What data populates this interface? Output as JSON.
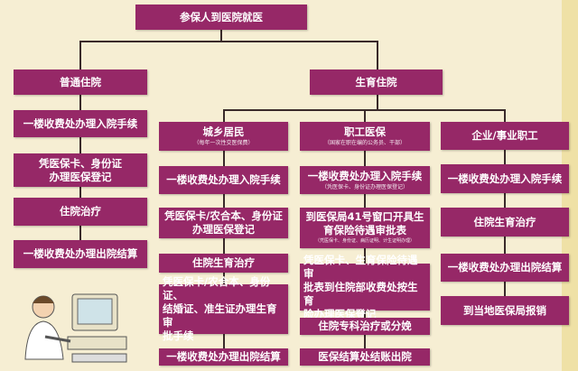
{
  "top": "参保人到医院就医",
  "general": {
    "title": "普通住院",
    "steps": [
      "一楼收费处办理入院手续",
      "凭医保卡、身份证\n办理医保登记",
      "住院治疗",
      "一楼收费处办理出院结算"
    ]
  },
  "maternity": {
    "title": "生育住院",
    "urban_rural": {
      "title": "城乡居民",
      "note": "（每年一次性交医保费）",
      "steps": [
        "一楼收费处办理入院手续",
        "凭医保卡/农合本、身份证\n办理医保登记",
        "住院生育治疗",
        "凭医保卡/农合本、身份证、\n结婚证、准生证办理生育审\n批手续",
        "一楼收费处办理出院结算"
      ]
    },
    "employee": {
      "title": "职工医保",
      "note": "（国家在职在编的公务员、干部）",
      "step1": "一楼收费处办理入院手续",
      "step1_note": "（凭医保卡、身份证办理医保登记）",
      "step2": "到医保局41号窗口开具生\n育保险待遇审批表",
      "step2_note": "（凭医保卡、身份证、病历证明、计生证明办理）",
      "step3": "凭医保卡、生育保险待遇审\n批表到住院部收费处按生育\n险办理医保登记",
      "step4": "住院专科治疗或分娩",
      "step5": "医保结算处结账出院"
    },
    "enterprise": {
      "title": "企业/事业职工",
      "steps": [
        "一楼收费处办理入院手续",
        "住院生育治疗",
        "一楼收费处办理出院结算",
        "到当地医保局报销"
      ]
    }
  }
}
